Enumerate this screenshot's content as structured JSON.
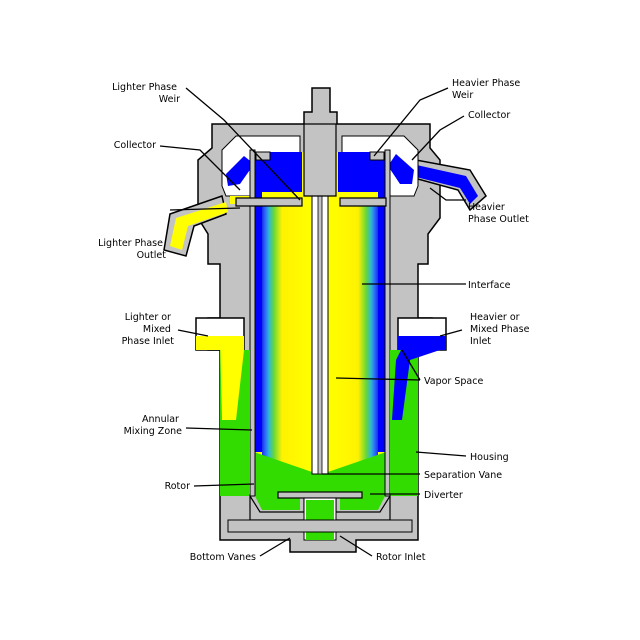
{
  "labels": {
    "lighter_weir": [
      "Lighter Phase",
      "Weir"
    ],
    "heavier_weir": [
      "Heavier Phase",
      "Weir"
    ],
    "collector_left": "Collector",
    "collector_right": "Collector",
    "lighter_outlet": [
      "Lighter Phase",
      "Outlet"
    ],
    "heavier_outlet": [
      "Heavier",
      "Phase Outlet"
    ],
    "interface": "Interface",
    "lighter_inlet": [
      "Lighter or",
      "Mixed",
      "Phase Inlet"
    ],
    "heavier_inlet": [
      "Heavier or",
      "Mixed Phase",
      "Inlet"
    ],
    "vapor_space": "Vapor Space",
    "annular_mixing": [
      "Annular",
      "Mixing Zone"
    ],
    "housing": "Housing",
    "separation_vane": "Separation Vane",
    "rotor": "Rotor",
    "diverter": "Diverter",
    "bottom_vanes": "Bottom Vanes",
    "rotor_inlet": "Rotor Inlet"
  },
  "colors": {
    "housing": "#c3c3c3",
    "outline": "#000000",
    "lighter_phase": "#ffff00",
    "heavier_phase": "#0000ff",
    "mixed_phase": "#32dc00",
    "vapor": "#ffffff"
  }
}
